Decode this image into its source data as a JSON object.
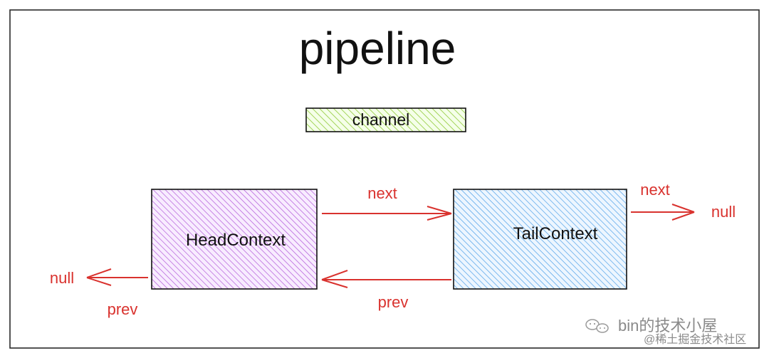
{
  "diagram": {
    "title": "pipeline",
    "channel": {
      "label": "channel",
      "color": "#9ad04a",
      "fill": "#f5ffe9"
    },
    "nodes": {
      "head": {
        "label": "HeadContext",
        "color": "#b058d8",
        "fill": "#f8ecff"
      },
      "tail": {
        "label": "TailContext",
        "color": "#4d9fe7",
        "fill": "#edf6ff"
      }
    },
    "labels": {
      "next_head_to_tail": "next",
      "next_tail_to_null": "next",
      "prev_tail_to_head": "prev",
      "prev_head_to_null": "prev",
      "null_right": "null",
      "null_left": "null"
    },
    "arrow_color": "#d9322e"
  },
  "watermark": {
    "primary": "bin的技术小屋",
    "secondary": "@稀土掘金技术社区"
  },
  "icons": {
    "watermark_icon": "wechat-icon"
  }
}
